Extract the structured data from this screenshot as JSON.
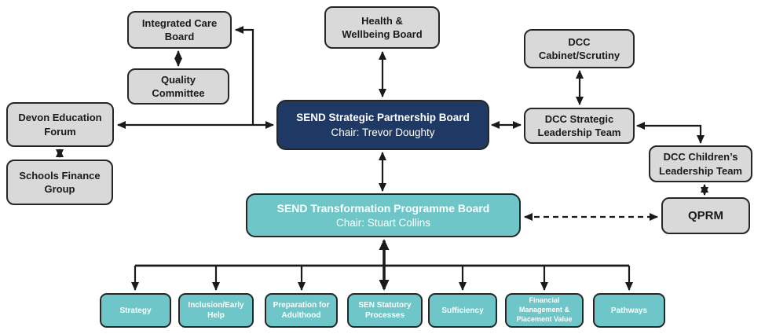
{
  "title": "SEND governance structure diagram",
  "colors": {
    "box_gray": "#d9d9d9",
    "box_navy": "#1f3864",
    "box_teal": "#6ec6c8",
    "border_dark": "#262626",
    "line": "#1a1a1a",
    "text_dark": "#1a1a1a",
    "text_light": "#ffffff"
  },
  "boxes": {
    "integrated_care": {
      "label": "Integrated Care\nBoard"
    },
    "quality_committee": {
      "label": "Quality\nCommittee"
    },
    "devon_education": {
      "label": "Devon Education\nForum"
    },
    "schools_finance": {
      "label": "Schools Finance\nGroup"
    },
    "health_wellbeing": {
      "label": "Health &\nWellbeing Board"
    },
    "dcc_cabinet": {
      "label": "DCC\nCabinet/Scrutiny"
    },
    "dcc_strategic": {
      "label": "DCC Strategic\nLeadership Team"
    },
    "dcc_children": {
      "label": "DCC Children’s\nLeadership Team"
    },
    "qprm": {
      "label": "QPRM"
    },
    "strategic_board": {
      "title": "SEND Strategic Partnership Board",
      "chair": "Chair: Trevor Doughty"
    },
    "transformation_board": {
      "title": "SEND Transformation Programme Board",
      "chair": "Chair: Stuart Collins"
    }
  },
  "workstreams": [
    {
      "label": "Strategy"
    },
    {
      "label": "Inclusion/Early\nHelp"
    },
    {
      "label": "Preparation for\nAdulthood"
    },
    {
      "label": "SEN Statutory\nProcesses"
    },
    {
      "label": "Sufficiency"
    },
    {
      "label": "Financial\nManagement &\nPlacement Value"
    },
    {
      "label": "Pathways"
    }
  ]
}
